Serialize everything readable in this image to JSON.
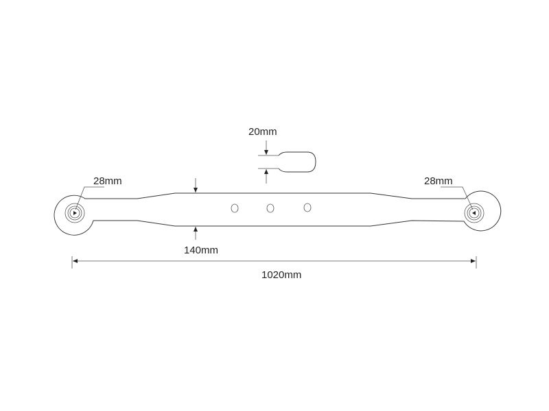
{
  "labels": {
    "side_thickness": "20mm",
    "left_eye_diameter": "28mm",
    "right_eye_diameter": "28mm",
    "bar_width": "140mm",
    "total_length": "1020mm"
  },
  "colors": {
    "line": "#333333",
    "background": "#ffffff"
  }
}
